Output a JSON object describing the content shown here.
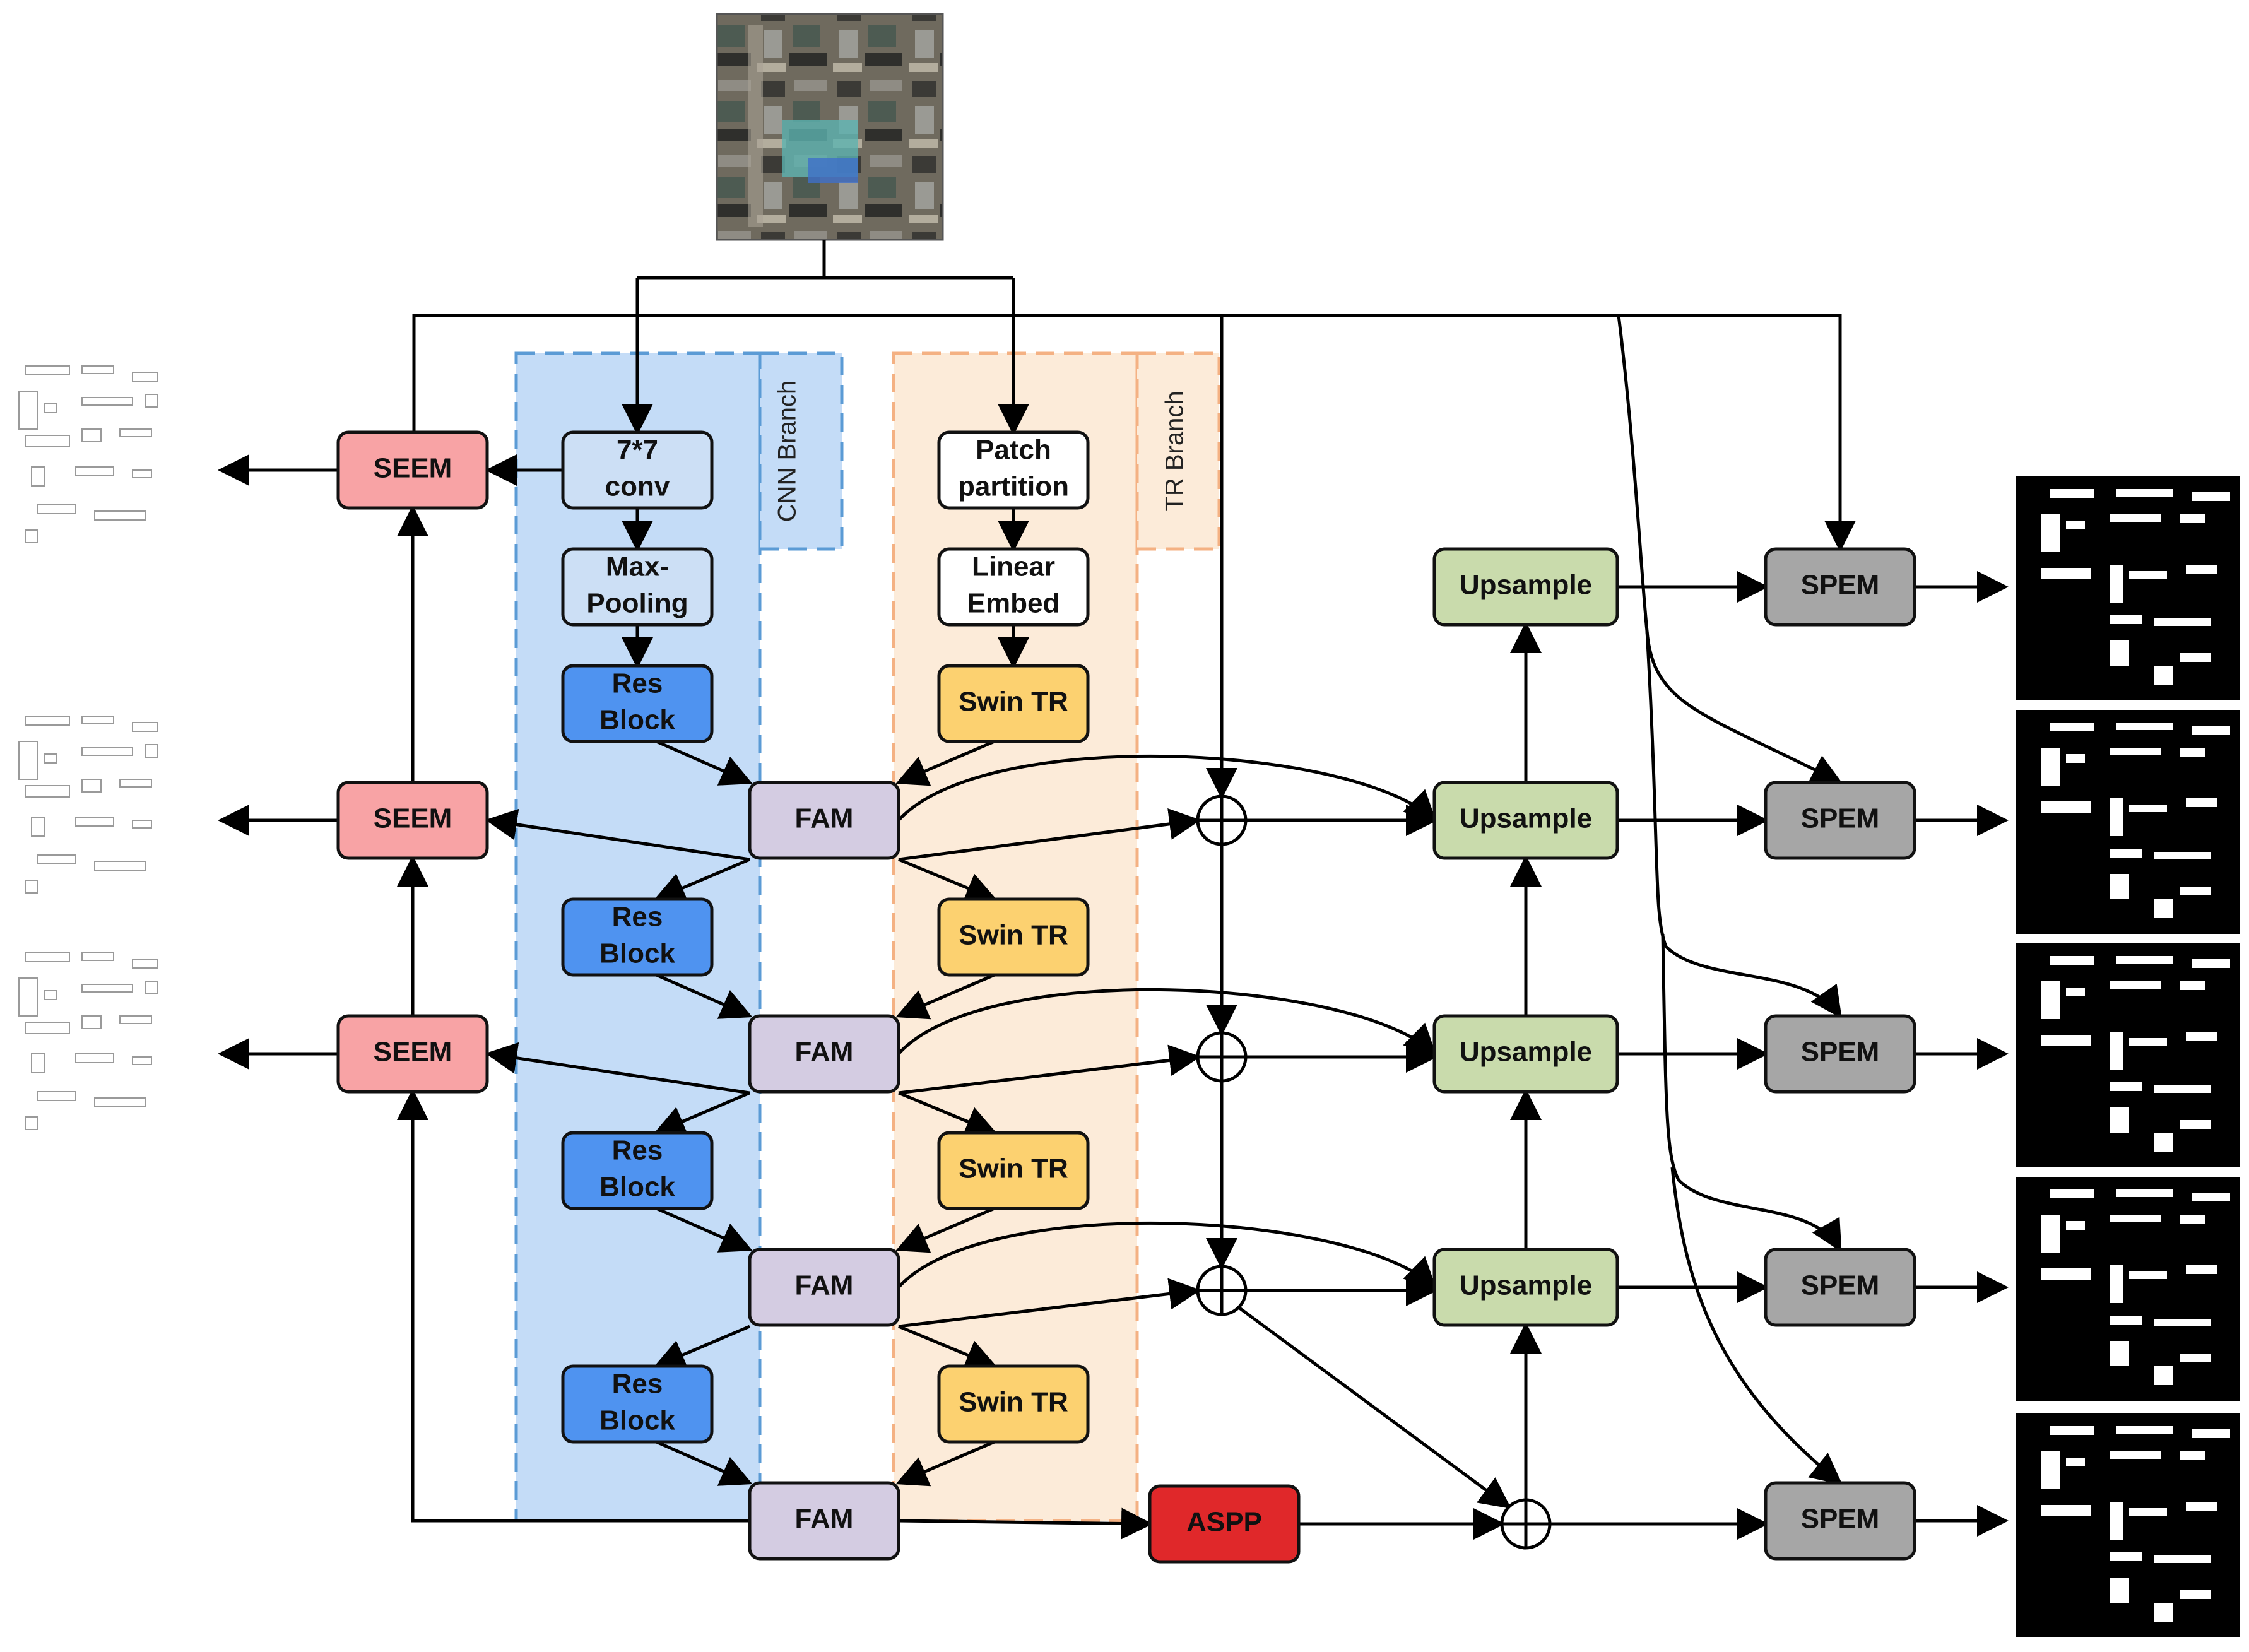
{
  "colors": {
    "seem": "#f8a3a5",
    "cnn_module": "#ccdff5",
    "res_block": "#4f93f0",
    "tr_module": "#ffffff",
    "swin": "#fcd170",
    "fam": "#d4cce2",
    "upsample": "#c9dbac",
    "spem": "#a6a6a6",
    "aspp": "#e0282a",
    "cnn_region": "#c4dcf7",
    "cnn_border": "#5b9bd5",
    "tr_region": "#fcebd9",
    "tr_border": "#f4b183"
  },
  "branches": {
    "cnn": "CNN Branch",
    "tr": "TR Branch"
  },
  "modules": {
    "conv": [
      "7*7",
      "conv"
    ],
    "maxpool": [
      "Max-",
      "Pooling"
    ],
    "res": [
      "Res",
      "Block"
    ],
    "patch": [
      "Patch",
      "partition"
    ],
    "embed": [
      "Linear",
      "Embed"
    ],
    "swin": "Swin TR",
    "fam": "FAM",
    "seem": "SEEM",
    "upsample": "Upsample",
    "spem": "SPEM",
    "aspp": "ASPP"
  },
  "icons": {
    "input": "aerial-image-icon",
    "edge_map": "edge-map-icon",
    "mask": "segmentation-mask-icon",
    "sum": "sum-node-icon"
  }
}
